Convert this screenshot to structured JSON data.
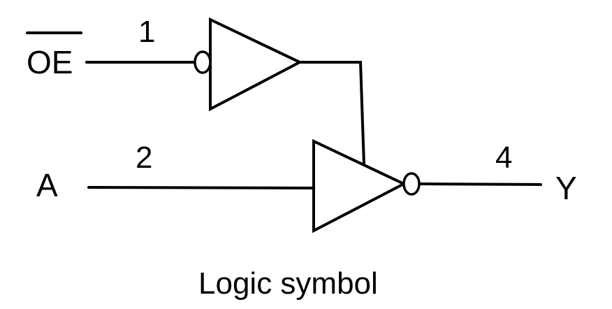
{
  "diagram": {
    "caption": "Logic symbol",
    "inputs": [
      {
        "name": "OE",
        "active_low": true,
        "pin": "1"
      },
      {
        "name": "A",
        "active_low": false,
        "pin": "2"
      }
    ],
    "outputs": [
      {
        "name": "Y",
        "pin": "4",
        "inverted": true
      }
    ],
    "gates": [
      {
        "type": "buffer",
        "role": "enable-buffer",
        "input_inverted": true
      },
      {
        "type": "tri-state-inverter",
        "role": "output-inverter",
        "output_inverted": true
      }
    ],
    "colors": {
      "stroke": "#000000",
      "background": "#ffffff"
    }
  }
}
